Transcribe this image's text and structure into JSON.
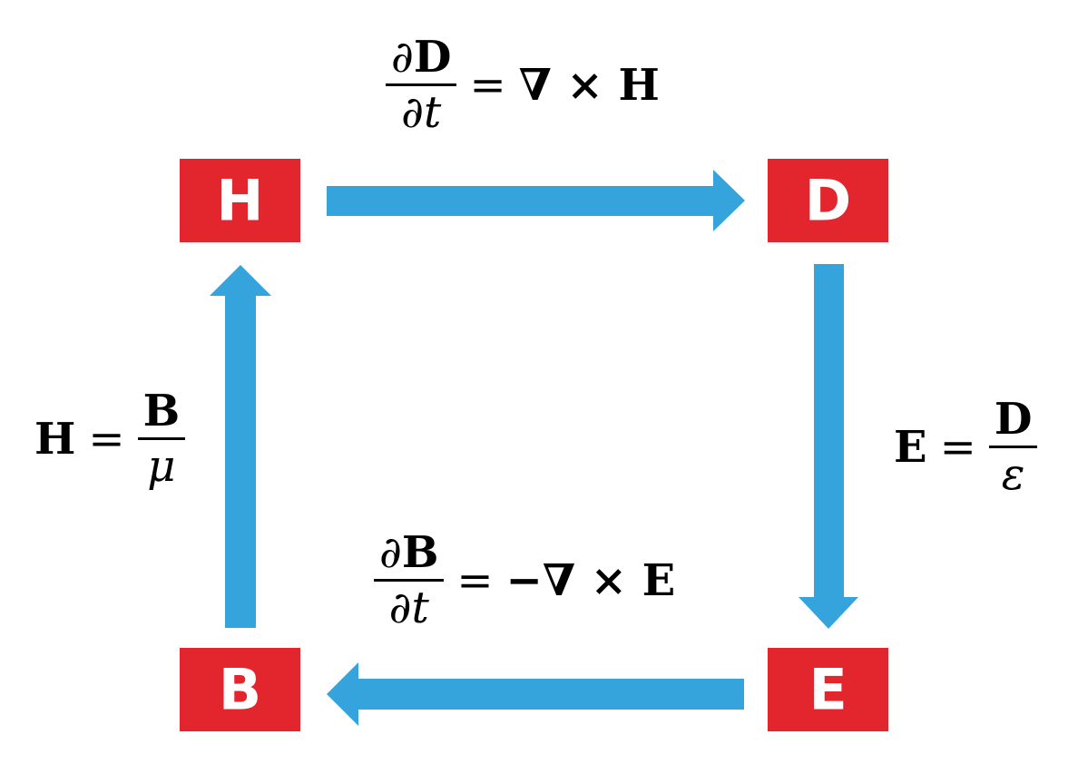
{
  "nodes": {
    "H": "H",
    "D": "D",
    "B": "B",
    "E": "E"
  },
  "equations": {
    "top": {
      "partial": "∂",
      "numerator_symbol": "D",
      "denominator": "∂t",
      "equals": "=",
      "rhs": "∇ × H"
    },
    "bottom": {
      "partial": "∂",
      "numerator_symbol": "B",
      "denominator": "∂t",
      "equals": "=",
      "rhs": "−∇ × E"
    },
    "left": {
      "lhs": "H",
      "equals": "=",
      "numerator": "B",
      "denominator": "μ"
    },
    "right": {
      "lhs": "E",
      "equals": "=",
      "numerator": "D",
      "denominator": "ε"
    }
  },
  "colors": {
    "node": "#e3262e",
    "arrow": "#35a4dc",
    "node_text": "#ffffff",
    "equation_text": "#000000"
  }
}
